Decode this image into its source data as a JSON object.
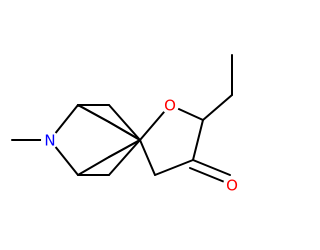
{
  "molecule": {
    "atoms": {
      "oxygen_ring": {
        "symbol": "O",
        "color": "#ff0000"
      },
      "oxygen_carbonyl": {
        "symbol": "O",
        "color": "#ff0000"
      },
      "nitrogen": {
        "symbol": "N",
        "color": "#0000ff"
      }
    }
  }
}
